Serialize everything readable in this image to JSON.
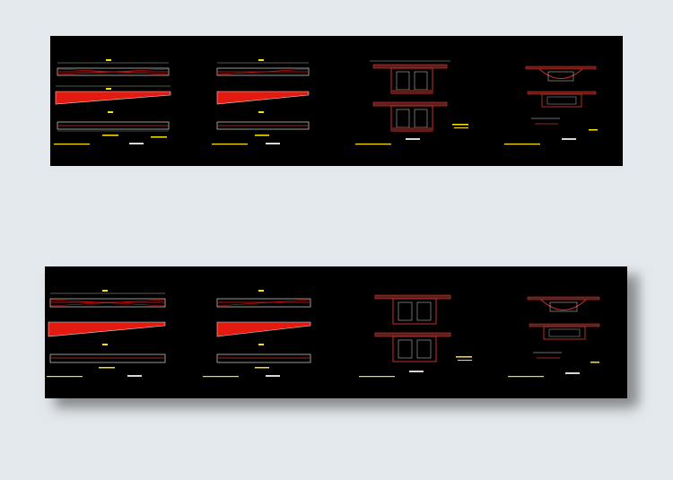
{
  "page": {
    "background": "#e3e8ec"
  },
  "thumbnails": [
    {
      "id": "top",
      "theme": "cad-black"
    },
    {
      "id": "bottom",
      "theme": "cad-black",
      "shadow": true
    }
  ],
  "colors": {
    "beam_fill": "#e31a10",
    "beam_outline": "#d8d8d8",
    "text_yellow": "#ffe400",
    "text_white": "#f0f0f0",
    "section_red": "#c8302a",
    "section_fill": "#5a1f1a"
  }
}
